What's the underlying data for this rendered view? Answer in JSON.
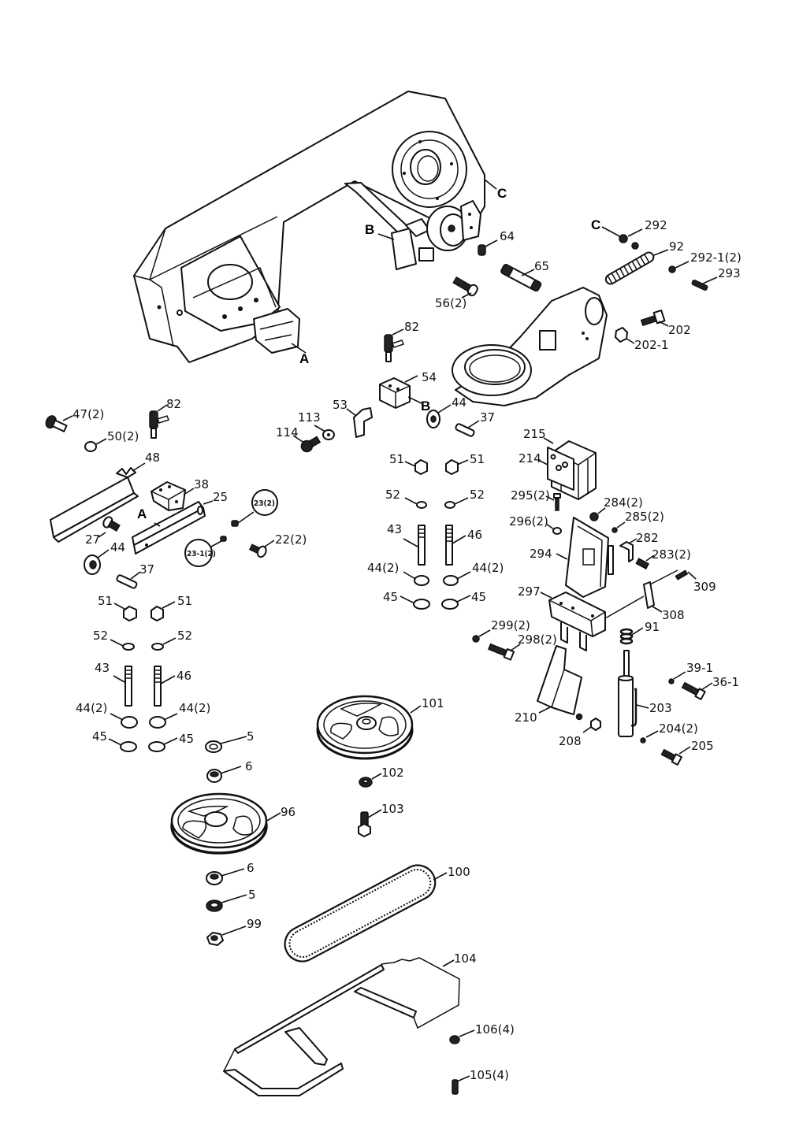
{
  "diagram": {
    "type": "exploded-parts-diagram",
    "subject": "Band saw arm, blade wheels, guides and cylinder assembly",
    "reference_letters": [
      "A",
      "B",
      "C"
    ],
    "callouts": {
      "frame_A": "A",
      "frame_B": "B",
      "frame_C": "C",
      "p64": "64",
      "p65": "65",
      "p56": "56(2)",
      "p82_top": "82",
      "c_spring": "C",
      "p292": "292",
      "p92": "92",
      "p292_1": "292-1(2)",
      "p293": "293",
      "p202": "202",
      "p202_1": "202-1",
      "p54": "54",
      "b_block": "B",
      "p53": "53",
      "p113": "113",
      "p114": "114",
      "p44_top": "44",
      "p37_top": "37",
      "p47": "47(2)",
      "p82_left": "82",
      "p50": "50(2)",
      "p48": "48",
      "p38": "38",
      "p25": "25",
      "a_bar": "A",
      "p23": "23(2)",
      "p23_1": "23-1(2)",
      "p22": "22(2)",
      "p27": "27",
      "p44_left": "44",
      "p37_left": "37",
      "m51_l": "51",
      "m51_r": "51",
      "m52_l": "52",
      "m52_r": "52",
      "m43": "43",
      "m46": "46",
      "m44_l": "44(2)",
      "m44_r": "44(2)",
      "m45_l": "45",
      "m45_r": "45",
      "l51_l": "51",
      "l51_r": "51",
      "l52_l": "52",
      "l52_r": "52",
      "l43": "43",
      "l46": "46",
      "l44_l": "44(2)",
      "l44_r": "44(2)",
      "l45_l": "45",
      "l45_r": "45",
      "p215": "215",
      "p214": "214",
      "p295": "295(2)",
      "p284": "284(2)",
      "p296": "296(2)",
      "p285": "285(2)",
      "p282": "282",
      "p294": "294",
      "p283": "283(2)",
      "p309": "309",
      "p297": "297",
      "p308": "308",
      "p299": "299(2)",
      "p298": "298(2)",
      "p91": "91",
      "p39_1": "39-1",
      "p36_1": "36-1",
      "p203": "203",
      "p210": "210",
      "p208": "208",
      "p204": "204(2)",
      "p205": "205",
      "p5_top": "5",
      "p6_top": "6",
      "p101": "101",
      "p102": "102",
      "p103": "103",
      "p96": "96",
      "p6_bot": "6",
      "p5_bot": "5",
      "p99": "99",
      "p100": "100",
      "p104": "104",
      "p106": "106(4)",
      "p105": "105(4)"
    }
  }
}
